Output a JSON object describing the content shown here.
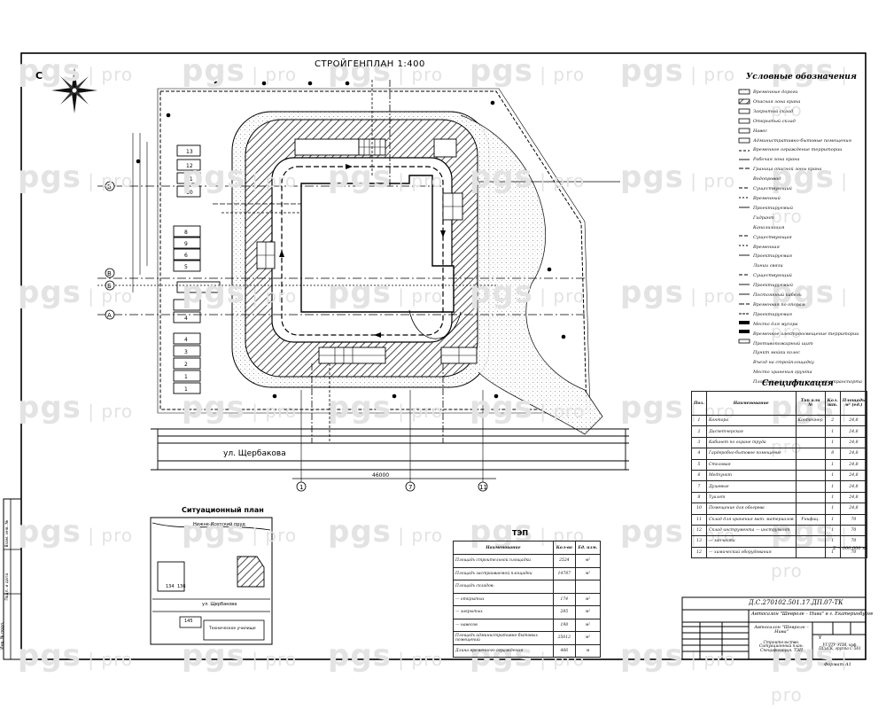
{
  "drawing": {
    "title": "СТРОЙГЕНПЛАН 1:400",
    "north": "С",
    "street": "ул. Щербакова",
    "total_dim": "46000"
  },
  "legend": {
    "title": "Условные обозначения",
    "items": [
      "Временные дороги",
      "Опасная зона крана",
      "Закрытый склад",
      "Открытый склад",
      "Навес",
      "Административно-бытовые помещения",
      "Временное ограждение территории",
      "Рабочая зона крана",
      "Граница опасной зоны крана",
      "Водопровод",
      "Существующий",
      "Временный",
      "Проектируемый",
      "Гидрант",
      "Канализация",
      "Существующая",
      "Временная",
      "Проектируемая",
      "Линии связи",
      "Существующий",
      "Проектируемый",
      "Постоянный кабель",
      "Временная по опорам",
      "Проектируемая",
      "Место для мусора",
      "Временное электроосвещение территории",
      "Противопожарный щит",
      "Пункт мойки колес",
      "Въезд на стройплощадку",
      "Место хранения грунта",
      "Площадка для мойки колес автотранспорта"
    ]
  },
  "spec": {
    "title": "Спецификация",
    "headers": [
      "Поз.",
      "Наименование",
      "Тип или №",
      "Кол. шт.",
      "Площадь м² (ед.)"
    ],
    "rows": [
      [
        "1",
        "Контора",
        "Контейнер",
        "2",
        "24,8"
      ],
      [
        "2",
        "Диспетчерская",
        "",
        "1",
        "24,8"
      ],
      [
        "3",
        "Кабинет по охране труда",
        "",
        "1",
        "24,8"
      ],
      [
        "4",
        "Гардеробно-бытовое помещение",
        "",
        "8",
        "24,8"
      ],
      [
        "5",
        "Столовая",
        "",
        "1",
        "24,8"
      ],
      [
        "6",
        "Медпункт",
        "",
        "1",
        "24,8"
      ],
      [
        "7",
        "Душевые",
        "",
        "1",
        "24,8"
      ],
      [
        "8",
        "Туалет",
        "",
        "1",
        "24,8"
      ],
      [
        "10",
        "Помещение для обогрева",
        "",
        "1",
        "24,8"
      ],
      [
        "11",
        "Склад для хранения мат. материалов",
        "Унифиц.",
        "1",
        "70"
      ],
      [
        "12",
        "Склад инструмента — инструмент",
        "",
        "1",
        "70"
      ],
      [
        "13",
        "— запчасти",
        "",
        "1",
        "70"
      ],
      [
        "12",
        "— химический оборудования",
        "",
        "1",
        "70"
      ]
    ],
    "total": "Σ = 000,000 м²"
  },
  "situ": {
    "title": "Ситуационный план",
    "pond": "Нижне-Исетский пруд",
    "house1": "134",
    "house2": "136",
    "street": "ул. Щербакова",
    "house3": "145",
    "school": "Техническое училище"
  },
  "tep": {
    "title": "ТЭП",
    "headers": [
      "Наименование",
      "Кол-во",
      "Ед. изм."
    ],
    "rows": [
      [
        "Площадь строительной площадки",
        "2524",
        "м²"
      ],
      [
        "Площадь застраиваемой площадки",
        "14787",
        "м²"
      ],
      [
        "Площадь складов:",
        "",
        ""
      ],
      [
        "— открытых",
        "174",
        "м²"
      ],
      [
        "— закрытых",
        "285",
        "м²"
      ],
      [
        "— навесов",
        "198",
        "м²"
      ],
      [
        "Площадь административно-бытовых помещений",
        "25012",
        "м²"
      ],
      [
        "Длина временного ограждения",
        "466",
        "м"
      ]
    ]
  },
  "stamp": {
    "code": "Д.С.270102.501.17.ДП.07-ТК",
    "object": "Автосалон \"Шевроле – Нива\" в г. Екатеринбурге",
    "name": "Автосалон \"Шевроле – Нива\"",
    "sheet_title": "Строительство. Ситуационный план. Спецификация. ТЭП",
    "org": "УГЛТУ-УПИ, каф. ПСиСК, группа С-561",
    "format": "Формат А1",
    "stage": "У"
  },
  "side_stamp": [
    "Инв. № подл.",
    "Подп. и дата",
    "Взам. инв. №"
  ],
  "watermark": "pgs",
  "watermark_pro": "pro"
}
